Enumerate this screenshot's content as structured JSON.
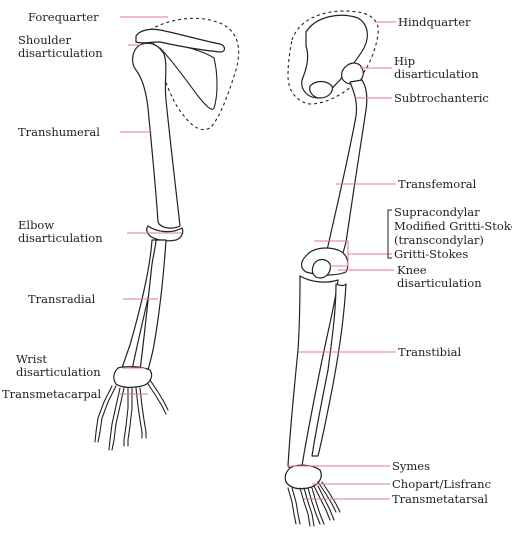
{
  "labels": {
    "upper": {
      "forequarter": "Forequarter",
      "shoulder": "Shoulder\ndisarticulation",
      "transhumeral": "Transhumeral",
      "elbow": "Elbow\ndisarticulation",
      "transradial": "Transradial",
      "wrist": "Wrist\ndisarticulation",
      "transmetacarpal": "Transmetacarpal"
    },
    "lower": {
      "hindquarter": "Hindquarter",
      "hip": "Hip\ndisarticulation",
      "subtrochanteric": "Subtrochanteric",
      "transfemoral": "Transfemoral",
      "supracondylar": "Supracondylar",
      "gritti_modified": "Modified Gritti-Stokes",
      "transcondylar": "(transcondylar)",
      "gritti": "Gritti-Stokes",
      "knee": "Knee\ndisarticulation",
      "transtibial": "Transtibial",
      "symes": "Symes",
      "chopart": "Chopart/Lisfranc",
      "transmetatarsal": "Transmetatarsal"
    }
  },
  "colors": {
    "leader": "#e07a93",
    "bone_outline": "#222222",
    "text": "#222222"
  }
}
